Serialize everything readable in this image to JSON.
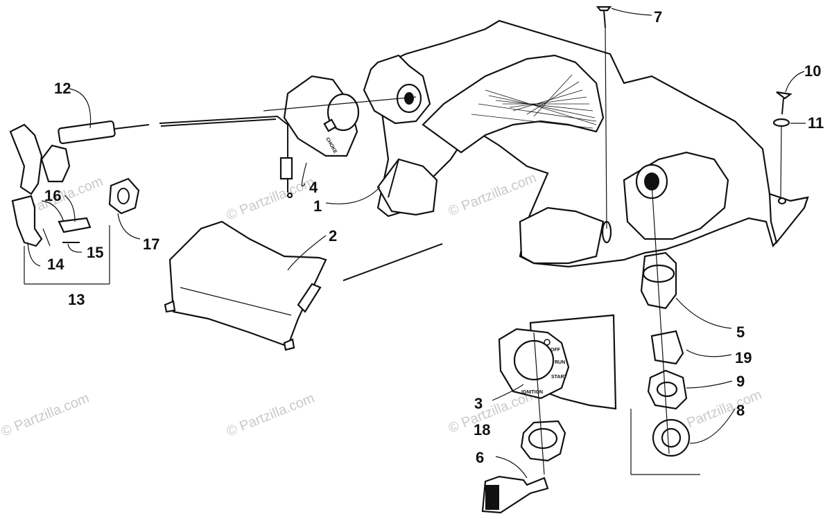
{
  "watermark": "© Partzilla.com",
  "callouts": {
    "c1": "1",
    "c2": "2",
    "c3": "3",
    "c4": "4",
    "c5": "5",
    "c6": "6",
    "c7": "7",
    "c8": "8",
    "c9": "9",
    "c10": "10",
    "c11": "11",
    "c12": "12",
    "c13": "13",
    "c14": "14",
    "c15": "15",
    "c16": "16",
    "c17": "17",
    "c18": "18",
    "c19": "19"
  },
  "ignition_plate": {
    "off": "OFF",
    "run": "RUN",
    "start": "START",
    "ignition": "IGNITION",
    "choke": "CHOKE"
  },
  "colors": {
    "line": "#111111",
    "watermark": "#c9c9c9",
    "background": "#ffffff"
  }
}
